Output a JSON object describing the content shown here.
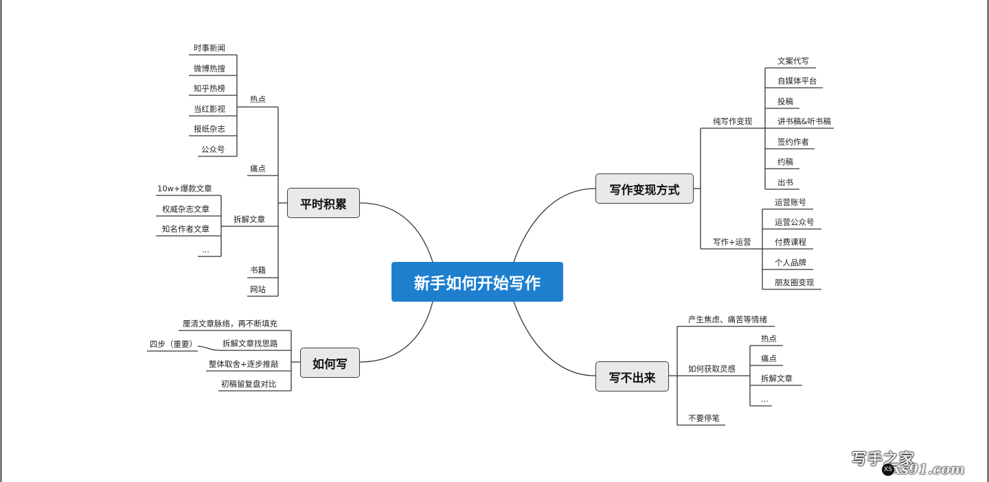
{
  "center": "新手如何开始写作",
  "branches": {
    "accumulate": {
      "label": "平时积累",
      "hot": {
        "label": "热点",
        "items": [
          "时事新闻",
          "微博热搜",
          "知乎热榜",
          "当红影视",
          "报纸杂志",
          "公众号"
        ]
      },
      "pain": "痛点",
      "dissect": {
        "label": "拆解文章",
        "items": [
          "10w+爆款文章",
          "权威杂志文章",
          "知名作者文章",
          "..."
        ]
      },
      "books": "书籍",
      "sites": "网站"
    },
    "how": {
      "label": "如何写",
      "items": [
        "厘清文章脉络，再不断填充",
        "拆解文章找思路",
        "整体取舍+逐步推敲",
        "初稿留复盘对比"
      ],
      "four_steps": "四步（重要）"
    },
    "monetize": {
      "label": "写作变现方式",
      "pure": {
        "label": "纯写作变现",
        "items": [
          "文案代写",
          "自媒体平台",
          "投稿",
          "讲书稿&听书稿",
          "签约作者",
          "约稿",
          "出书"
        ]
      },
      "ops": {
        "label": "写作+运营",
        "items": [
          "运营账号",
          "运营公众号",
          "付费课程",
          "个人品牌",
          "朋友圈变现"
        ]
      }
    },
    "stuck": {
      "label": "写不出来",
      "anxiety": "产生焦虑、痛苦等情绪",
      "inspire": {
        "label": "如何获取灵感",
        "items": [
          "热点",
          "痛点",
          "拆解文章",
          "..."
        ]
      },
      "nostop": "不要停笔"
    }
  },
  "watermark": {
    "cn": "写手之家",
    "en": "xs91.com",
    "logo": "XS"
  }
}
